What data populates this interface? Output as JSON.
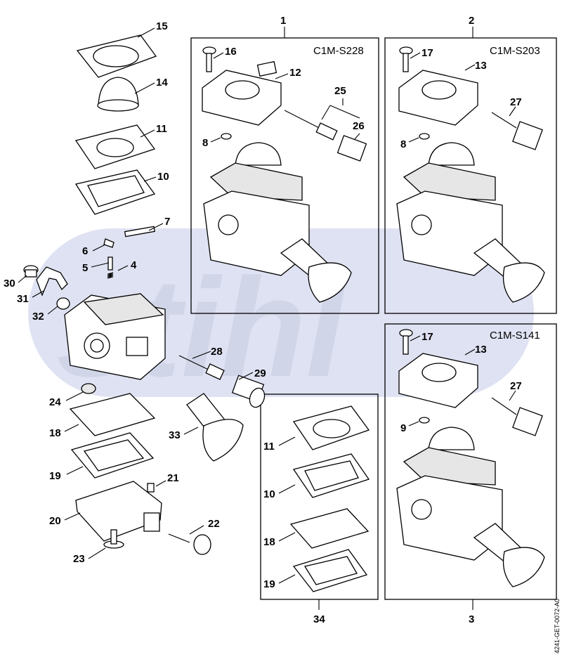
{
  "watermark": {
    "text": "stihl",
    "band_color": "#dfe2f2"
  },
  "variants": [
    {
      "id": "box1",
      "number": "1",
      "code": "C1M-S228"
    },
    {
      "id": "box2",
      "number": "2",
      "code": "C1M-S203"
    },
    {
      "id": "box3",
      "number": "3",
      "code": "C1M-S141"
    },
    {
      "id": "box34",
      "number": "34",
      "code": ""
    }
  ],
  "labels": {
    "l15": "15",
    "l14": "14",
    "l11": "11",
    "l10": "10",
    "l7": "7",
    "l6": "6",
    "l5": "5",
    "l4": "4",
    "l30": "30",
    "l31": "31",
    "l32": "32",
    "l24": "24",
    "l18": "18",
    "l19": "19",
    "l20": "20",
    "l21": "21",
    "l22": "22",
    "l23": "23",
    "l28": "28",
    "l29": "29",
    "l33": "33",
    "b1_16": "16",
    "b1_12": "12",
    "b1_25": "25",
    "b1_26": "26",
    "b1_8": "8",
    "b2_17": "17",
    "b2_13": "13",
    "b2_27": "27",
    "b2_8": "8",
    "b3_17": "17",
    "b3_13": "13",
    "b3_27": "27",
    "b3_9": "9",
    "b34_11": "11",
    "b34_10": "10",
    "b34_18": "18",
    "b34_19": "19"
  },
  "doc_id": "4241-GET-0072-A0"
}
